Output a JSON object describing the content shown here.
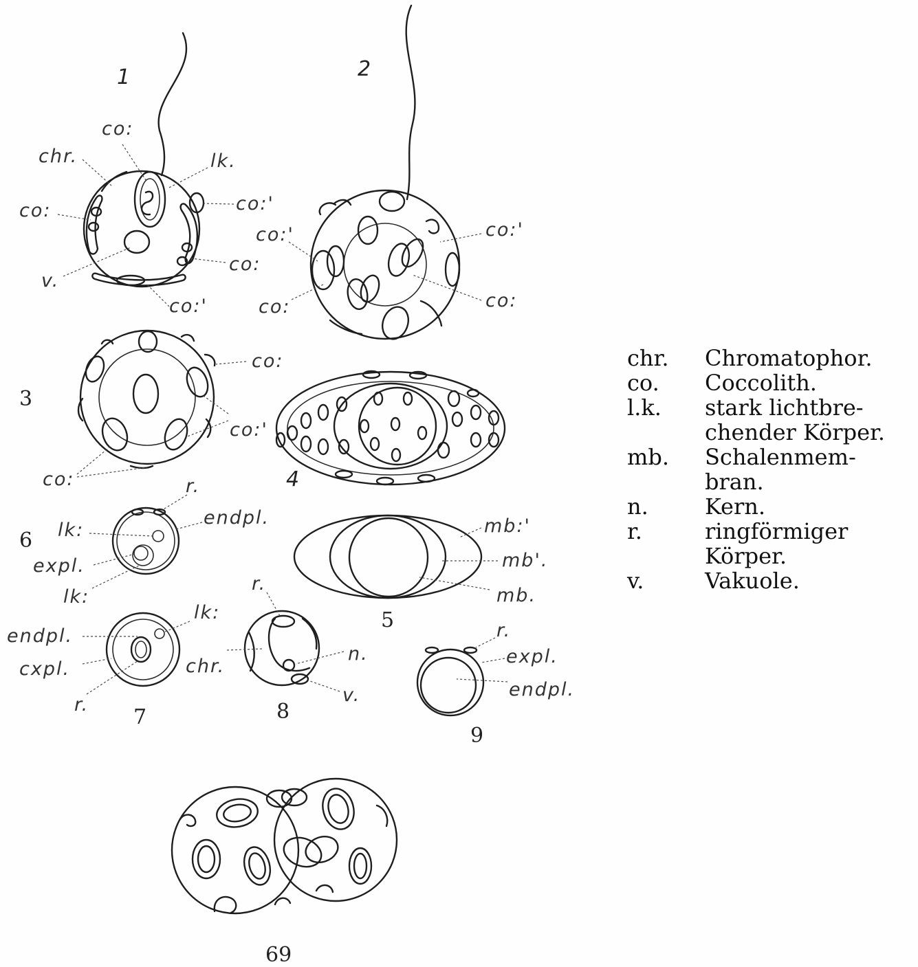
{
  "figure_labels": {
    "fig1": "1",
    "fig2": "2",
    "fig3": "3",
    "fig4": "4",
    "fig5": "5",
    "fig6": "6",
    "fig7": "7",
    "fig8": "8",
    "fig9": "9",
    "plate": "69"
  },
  "callouts": {
    "f1_co_top": "co:",
    "f1_chr": "chr.",
    "f1_lk": "lk.",
    "f1_co_left": "co:",
    "f1_co2_right": "co:'",
    "f1_v": "v.",
    "f1_co_right": "co:",
    "f1_co2_bottom": "co:'",
    "f2_co2_left": "co:'",
    "f2_co2_right": "co:'",
    "f2_co_left": "co:",
    "f2_co_right": "co:",
    "f3_co_right": "co:",
    "f3_co2_right": "co:'",
    "f3_co_bottom": "co:",
    "f6_r": "r.",
    "f6_lk1": "lk:",
    "f6_endpl": "endpl.",
    "f6_expl": "expl.",
    "f6_lk2": "lk:",
    "f5_mb2": "mb:'",
    "f5_mb1": "mb'.",
    "f5_mb": "mb.",
    "f7_lk": "lk:",
    "f7_endpl": "endpl.",
    "f7_expl": "cxpl.",
    "f7_r": "r.",
    "f8_r": "r.",
    "f8_chr": "chr.",
    "f8_n": "n.",
    "f8_v": "v.",
    "f9_r": "r.",
    "f9_expl": "expl.",
    "f9_endpl": "endpl."
  },
  "legend": [
    {
      "abbr": "chr.",
      "lines": [
        "Chromatophor."
      ]
    },
    {
      "abbr": "co.",
      "lines": [
        "Coccolith."
      ]
    },
    {
      "abbr": "l.k.",
      "lines": [
        "stark lichtbre-",
        "chender Körper."
      ]
    },
    {
      "abbr": "mb.",
      "lines": [
        "Schalenmem-",
        "bran."
      ]
    },
    {
      "abbr": "n.",
      "lines": [
        "Kern."
      ]
    },
    {
      "abbr": "r.",
      "lines": [
        "ringförmiger",
        "Körper."
      ]
    },
    {
      "abbr": "v.",
      "lines": [
        "Vakuole."
      ]
    }
  ]
}
